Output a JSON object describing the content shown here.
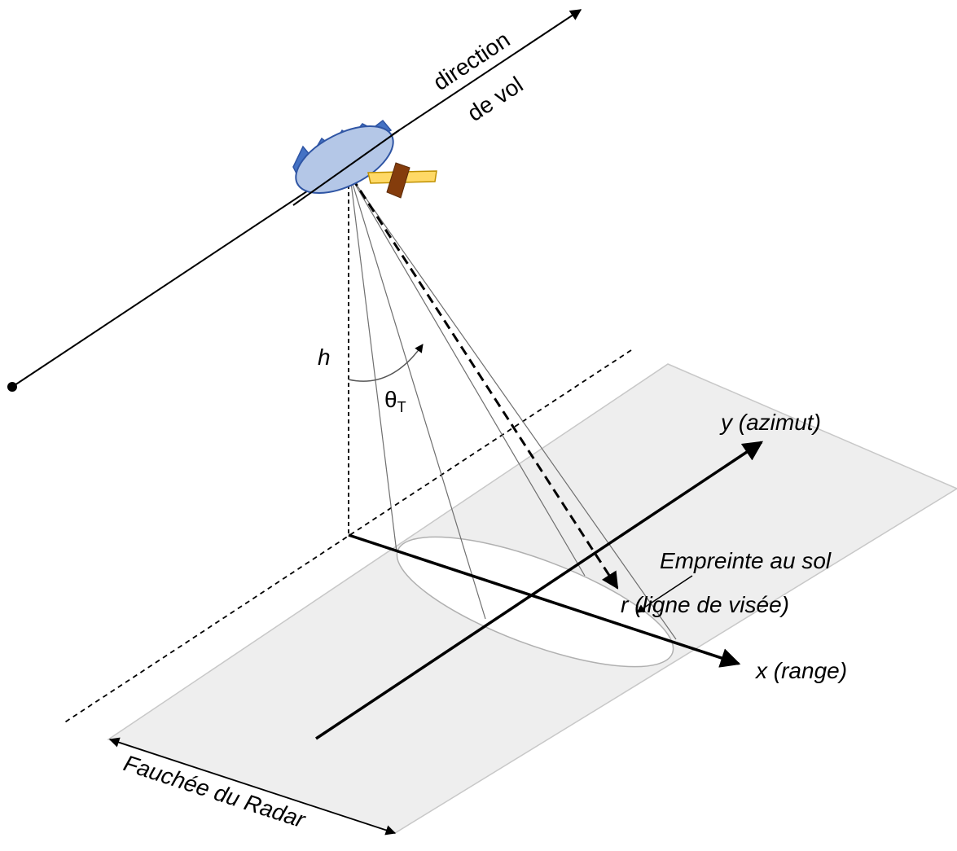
{
  "labels": {
    "flight_direction_line1": "direction",
    "flight_direction_line2": "de vol",
    "height": "h",
    "angle_symbol": "θ",
    "angle_subscript": "T",
    "y_axis": "y (azimut)",
    "x_axis": "x (range)",
    "footprint": "Empreinte au sol",
    "line_of_sight": "r (ligne de visée)",
    "swath": "Fauchée du Radar"
  },
  "icons": {
    "satellite": "satellite-icon",
    "antenna": "radar-antenna-icon"
  },
  "colors": {
    "ground_swath": "#eeeeee",
    "antenna_fill": "#b4c7e7",
    "antenna_stroke": "#2f55a4",
    "antenna_teeth": "#4472c4",
    "solar_panel": "#ffd966",
    "satellite_body": "#843c0c"
  }
}
